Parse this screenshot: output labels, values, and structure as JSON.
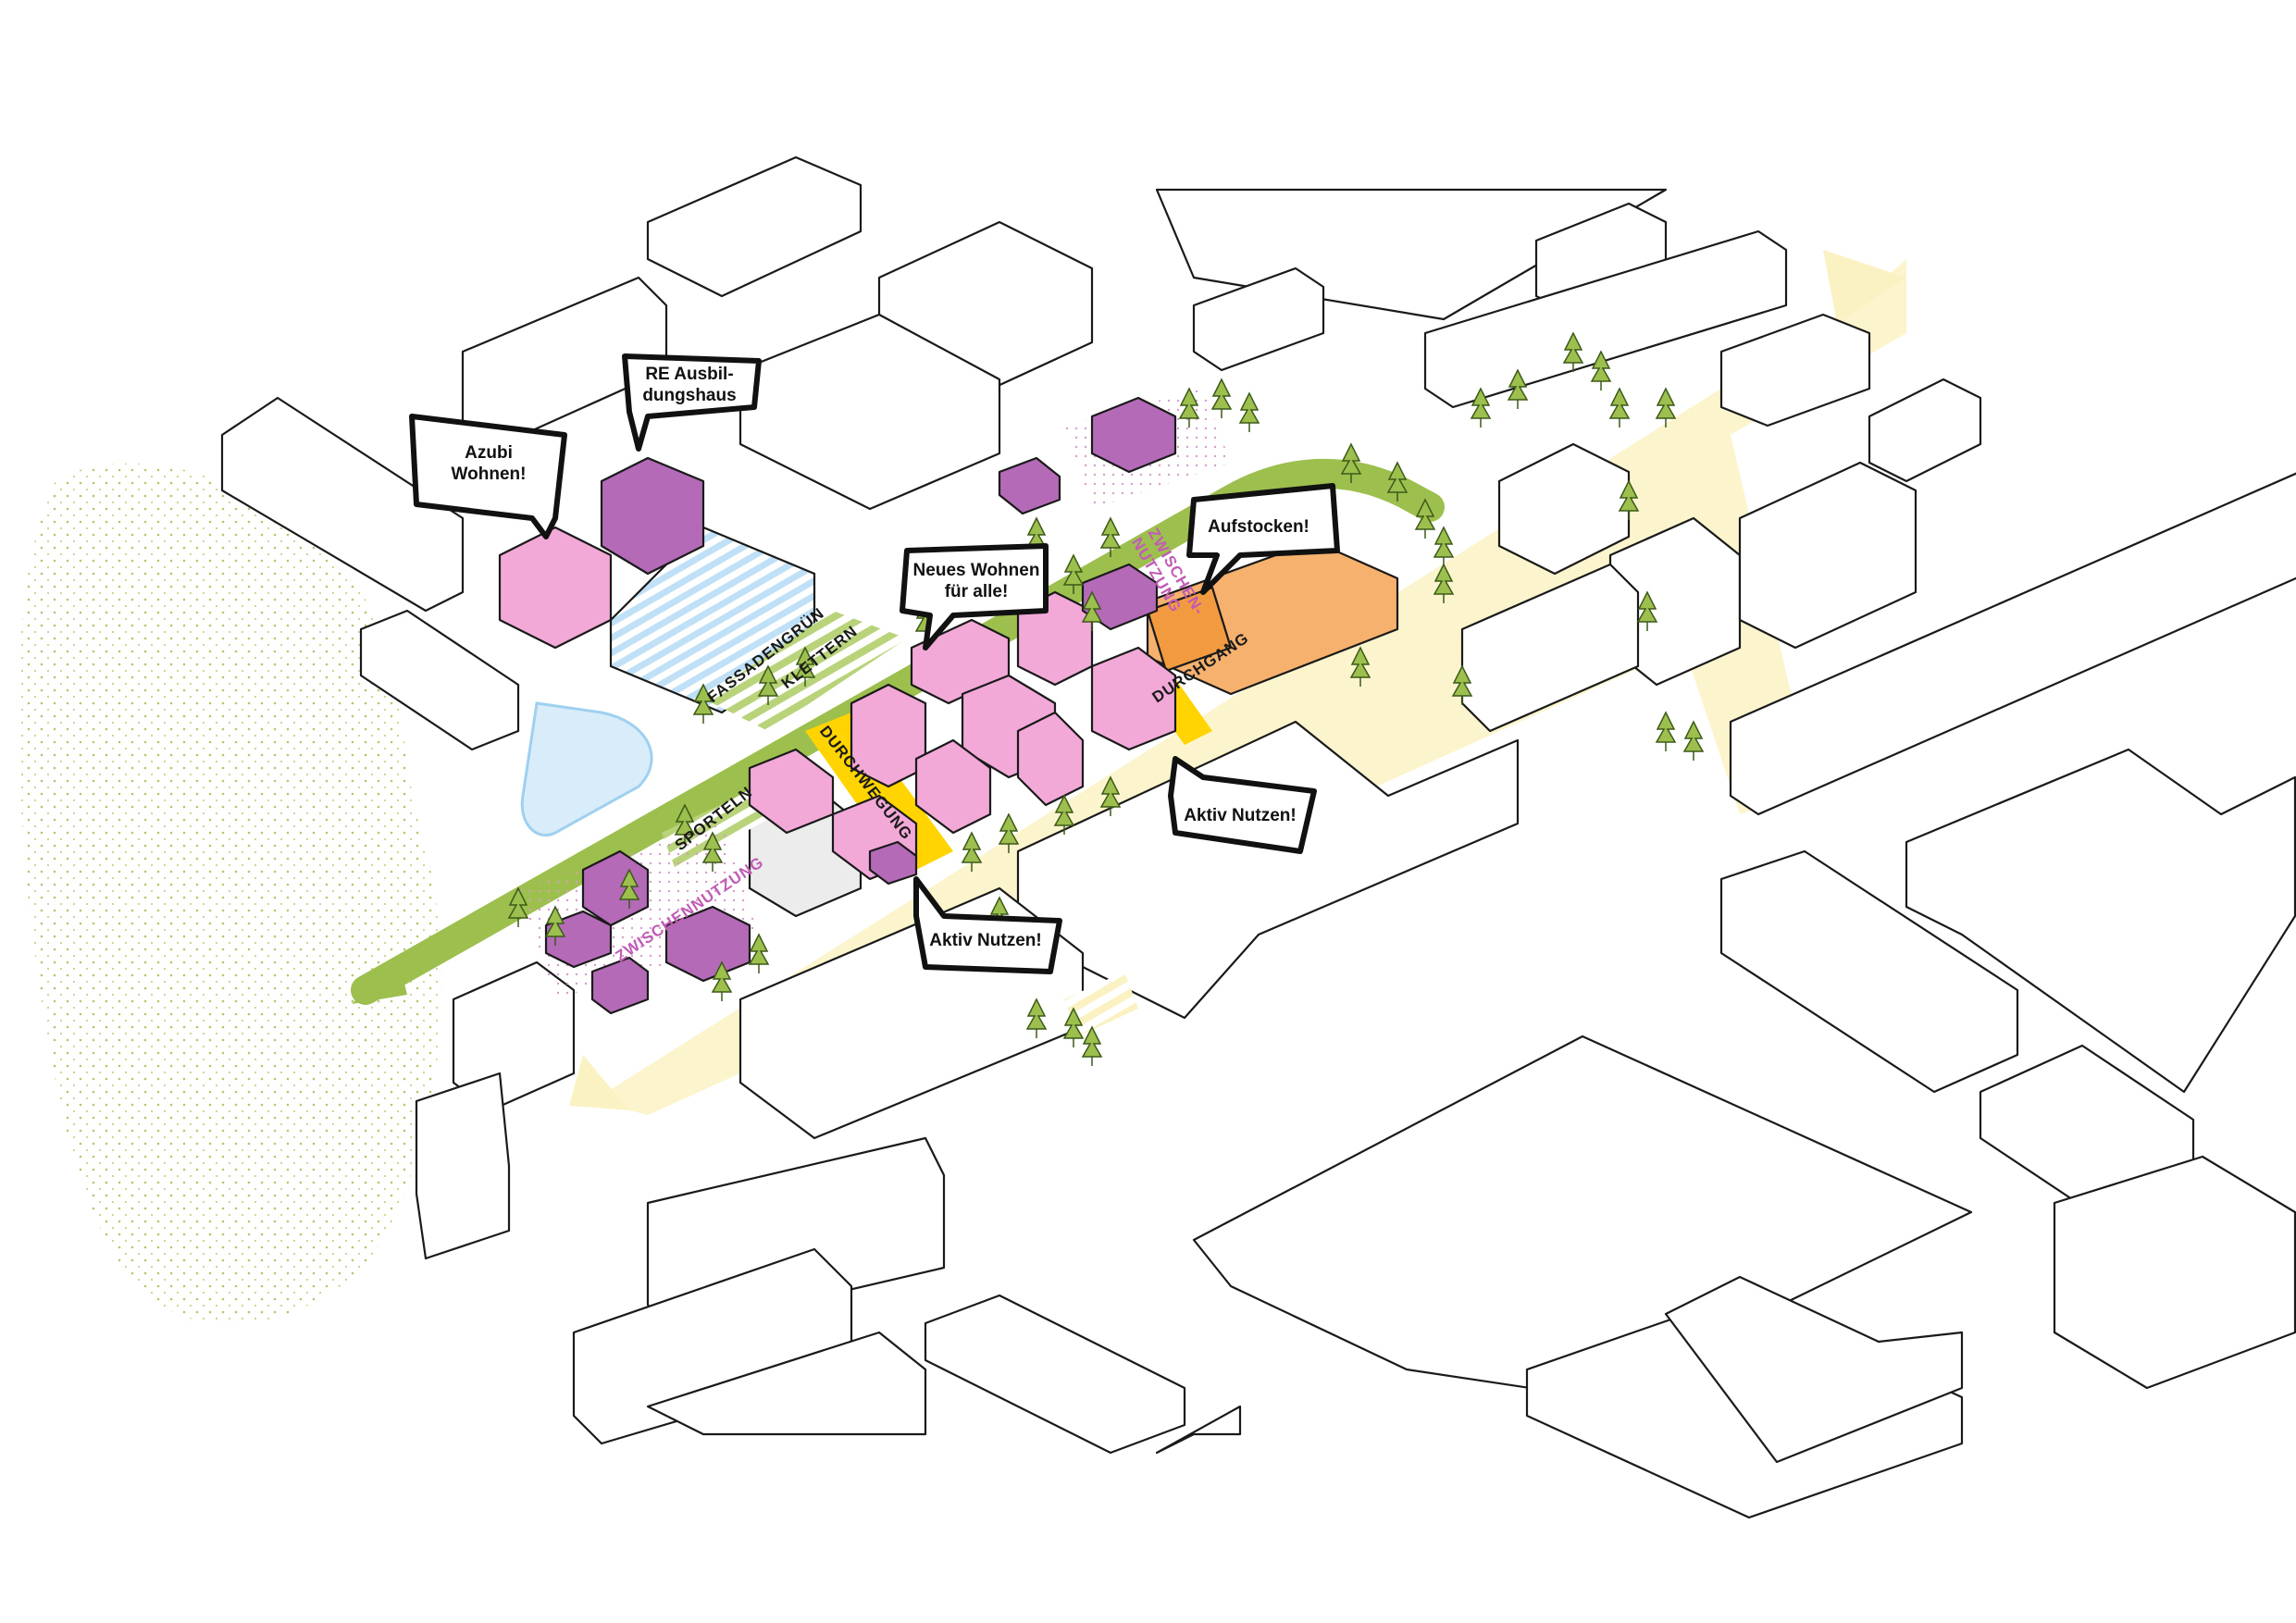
{
  "colors": {
    "greenway": "#9dbf4d",
    "yellowway": "#fbf2c4",
    "pink": "#f2a9d8",
    "purple": "#b46ab7",
    "orange": "#f7b16e",
    "highlight": "#ffd400",
    "water": "#d8ecfa",
    "stipple": "#b7c66a"
  },
  "bubbles": {
    "azubi": "Azubi\nWohnen!",
    "ausbildungshaus": "RE Ausbil-\ndungshaus",
    "neues_wohnen": "Neues Wohnen\nfür alle!",
    "aufstocken": "Aufstocken!",
    "aktiv_nutzen_1": "Aktiv Nutzen!",
    "aktiv_nutzen_2": "Aktiv Nutzen!"
  },
  "strip_labels": {
    "klettern": "KLETTERN",
    "fassadengruen": "FASSADENGRÜN",
    "durchwegung": "DURCHWEGUNG",
    "sporteln": "SPORTELN",
    "zwischennutzung_1": "ZWISCHEN-\nNUTZUNG",
    "zwischennutzung_2": "ZWISCHENNUTZUNG",
    "durchgang": "DURCHGANG"
  }
}
